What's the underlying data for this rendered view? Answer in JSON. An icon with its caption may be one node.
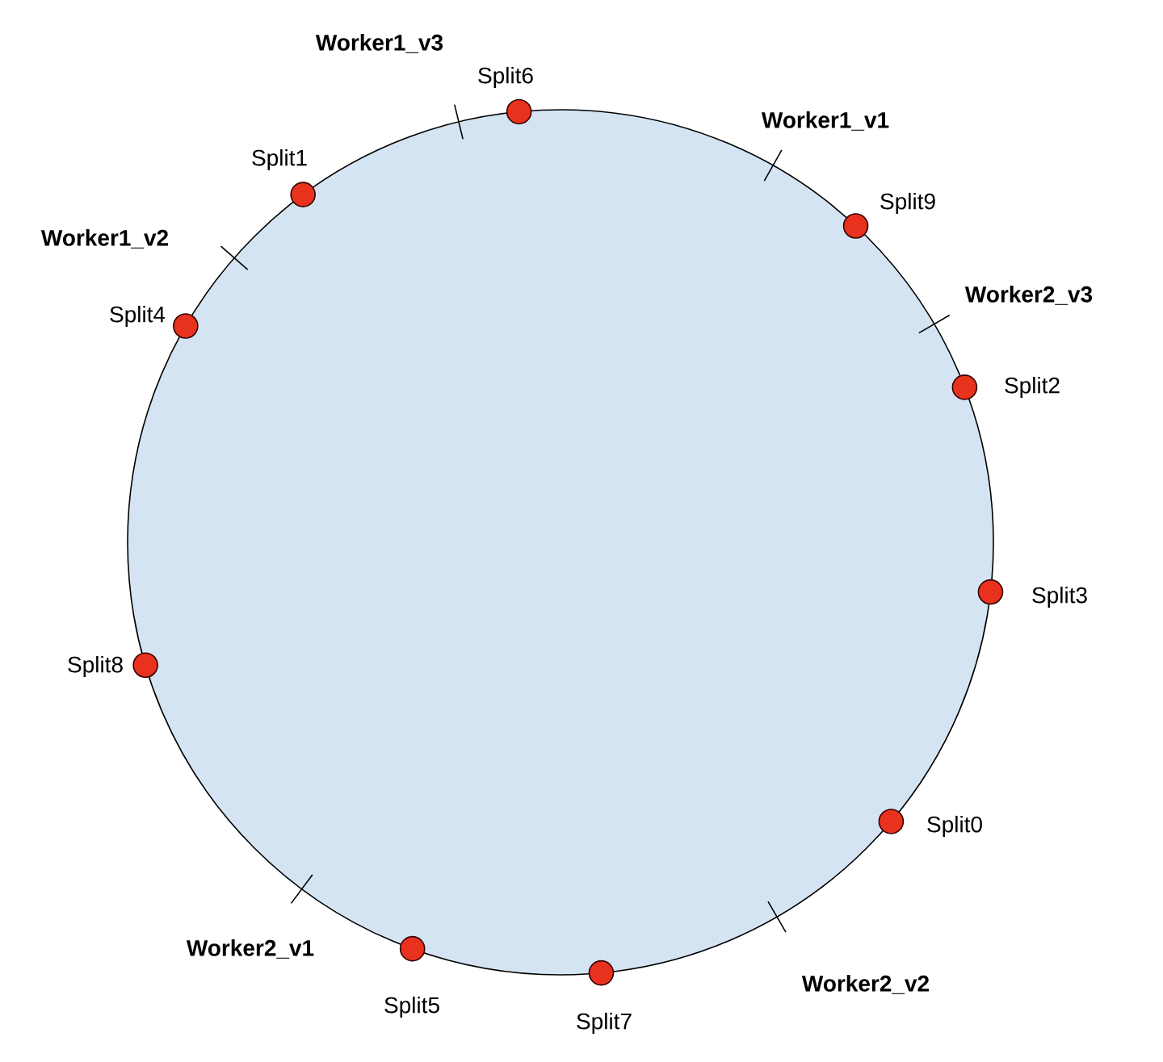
{
  "diagram": {
    "nodes": [
      {
        "text": [],
        "shape": "circle"
      }
    ],
    "labels": [
      "Worker1_v3",
      "Split6",
      "Worker1_v1",
      "Split1",
      "Split9",
      "Worker1_v2",
      "Worker2_v3",
      "Split4",
      "Split2",
      "Split3",
      "Split8",
      "Split0",
      "Worker2_v1",
      "Split5",
      "Split7",
      "Worker2_v2"
    ]
  }
}
